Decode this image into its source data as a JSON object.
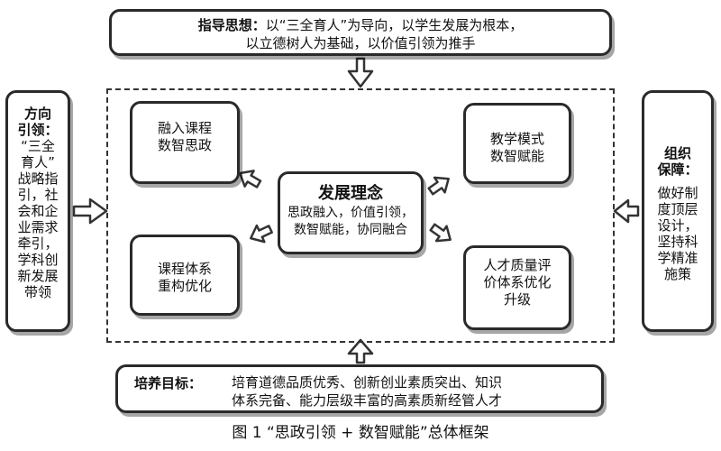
{
  "guiding": {
    "label": "指导思想",
    "sep": "：",
    "line1": "以“三全育人”为导向，以学生发展为根本，",
    "line2": "以立德树人为基础，以价值引领为推手"
  },
  "direction": {
    "title_lines": [
      "方向",
      "引领："
    ],
    "body_lines": [
      "“三全",
      "育人”",
      "战略指",
      "引，社",
      "会和企",
      "业需求",
      "牵引，",
      "学科创",
      "新发展",
      "带领"
    ]
  },
  "guarantee": {
    "title_lines": [
      "组织",
      "保障："
    ],
    "body_lines": [
      "做好制",
      "度顶层",
      "设计，",
      "坚持科",
      "学精准",
      "施策"
    ]
  },
  "center": {
    "title": "发展理念",
    "lines": [
      "思政融入，价值引领，",
      "数智赋能，协同融合"
    ]
  },
  "modules": {
    "top_left": [
      "融入课程",
      "数智思政"
    ],
    "bottom_left": [
      "课程体系",
      "重构优化"
    ],
    "top_right": [
      "教学模式",
      "数智赋能"
    ],
    "bottom_right": [
      "人才质量评",
      "价体系优化",
      "升级"
    ]
  },
  "goal": {
    "label": "培养目标：",
    "line1": "培育道德品质优秀、创新创业素质突出、知识",
    "line2": "体系完备、能力层级丰富的高素质新经管人才"
  },
  "caption": "图 1 “思政引领 + 数智赋能”总体框架"
}
